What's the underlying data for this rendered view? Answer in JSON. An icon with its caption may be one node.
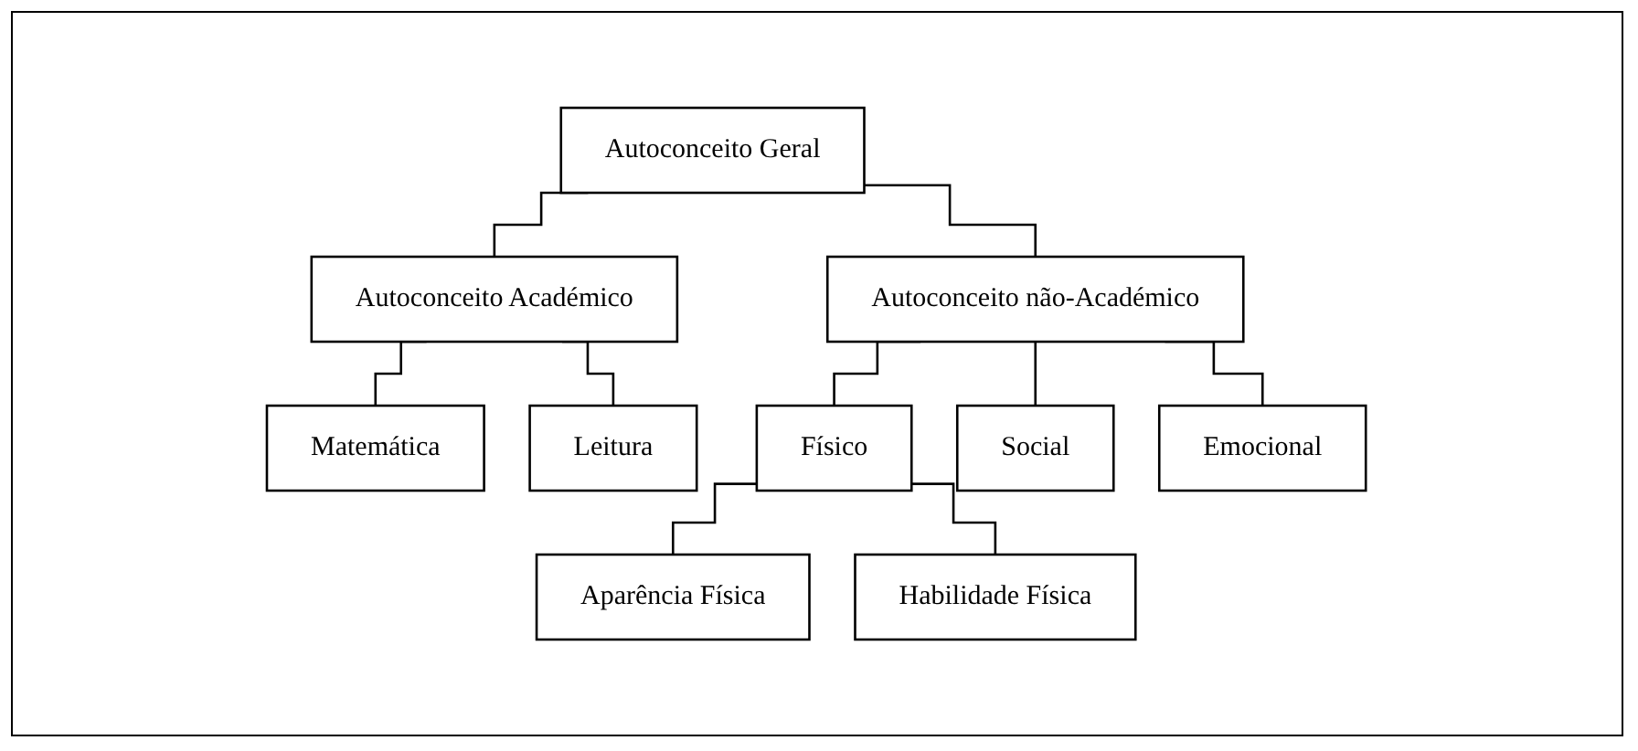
{
  "diagram": {
    "nodes": [
      {
        "text": [
          "Autoconceito Geral"
        ]
      },
      {
        "text": [
          "Autoconceito Académico"
        ]
      },
      {
        "text": [
          "Autoconceito não-Académico"
        ]
      },
      {
        "text": [
          "Matemática"
        ]
      },
      {
        "text": [
          "Leitura"
        ]
      },
      {
        "text": [
          "Físico"
        ]
      },
      {
        "text": [
          "Social"
        ]
      },
      {
        "text": [
          "Emocional"
        ]
      },
      {
        "text": [
          "Aparência Física"
        ]
      },
      {
        "text": [
          "Habilidade Física"
        ]
      }
    ],
    "edges": [
      {
        "from": 0,
        "to": 1,
        "arrow": "none"
      },
      {
        "from": 0,
        "to": 2,
        "arrow": "none"
      },
      {
        "from": 1,
        "to": 3,
        "arrow": "none"
      },
      {
        "from": 1,
        "to": 4,
        "arrow": "none"
      },
      {
        "from": 2,
        "to": 5,
        "arrow": "none"
      },
      {
        "from": 2,
        "to": 6,
        "arrow": "none"
      },
      {
        "from": 2,
        "to": 7,
        "arrow": "none"
      },
      {
        "from": 5,
        "to": 8,
        "arrow": "none"
      },
      {
        "from": 5,
        "to": 9,
        "arrow": "none"
      }
    ]
  }
}
